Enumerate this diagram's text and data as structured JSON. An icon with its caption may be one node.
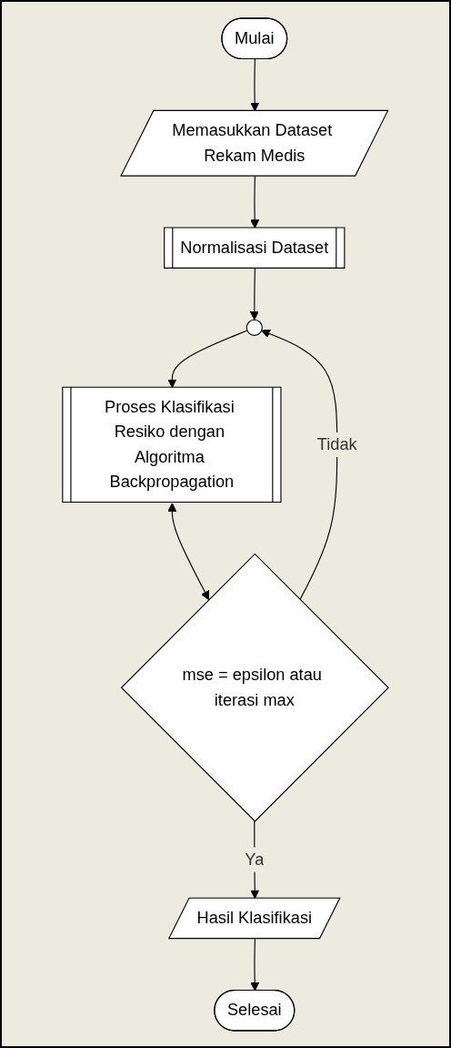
{
  "diagram": {
    "nodes": [
      {
        "text": [
          "Mulai"
        ]
      },
      {
        "text": [
          "Memasukkan Dataset Rekam Medis"
        ]
      },
      {
        "text": [
          "Normalisasi Dataset"
        ]
      },
      {
        "text": [],
        "shape": "circle"
      },
      {
        "text": [
          "Proses Klasifikasi Resiko dengan Algoritma Backpropagation"
        ]
      },
      {
        "text": [
          "mse = epsilon atau iterasi max"
        ]
      },
      {
        "text": [
          "Hasil Klasifikasi"
        ]
      },
      {
        "text": [
          "Selesai"
        ]
      }
    ],
    "edges": [
      {
        "from": 0,
        "to": 1,
        "arrow": "to"
      },
      {
        "from": 1,
        "to": 2,
        "arrow": "to"
      },
      {
        "from": 2,
        "to": 3,
        "arrow": "to"
      },
      {
        "from": 3,
        "to": 4,
        "arrow": "to"
      },
      {
        "from": 4,
        "to": 5,
        "arrow": "both"
      },
      {
        "from": 5,
        "to": 3,
        "arrow": "to",
        "label": "Tidak"
      },
      {
        "from": 5,
        "to": 6,
        "arrow": "to",
        "label": "Ya"
      },
      {
        "from": 6,
        "to": 7,
        "arrow": "to"
      }
    ]
  }
}
